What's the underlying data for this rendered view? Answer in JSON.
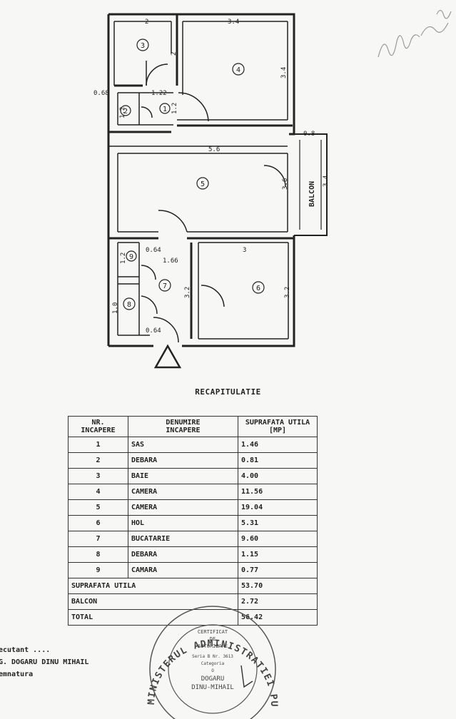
{
  "plan": {
    "rooms": [
      "1",
      "2",
      "3",
      "4",
      "5",
      "6",
      "7",
      "8",
      "9"
    ],
    "dims": {
      "r3_top": "2",
      "r3_side": "2",
      "r4_top": "3.4",
      "r4_side": "3.4",
      "r1_top": "1.22",
      "r1_side": "1.2",
      "r2_side": "1.2",
      "left_small": "0.68",
      "r5_width": "5.6",
      "r5_side": "3.6",
      "balcon_width": "0.8",
      "r9_top": "0.64",
      "r9_side": "1.2",
      "r7_width": "1.66",
      "r7_side": "3.2",
      "r6_top": "3",
      "r6_side": "3.2",
      "r8_side": "1.0",
      "r8_bottom": "0.64",
      "balcon_side": "3.4"
    },
    "balcon_label": "BALCON"
  },
  "recap": {
    "title": "RECAPITULATIE",
    "headers": [
      {
        "l1": "NR.",
        "l2": "INCAPERE"
      },
      {
        "l1": "DENUMIRE",
        "l2": "INCAPERE"
      },
      {
        "l1": "SUPRAFATA UTILA",
        "l2": "[MP]"
      }
    ],
    "rows": [
      {
        "nr": "1",
        "name": "SAS",
        "area": "1.46"
      },
      {
        "nr": "2",
        "name": "DEBARA",
        "area": "0.81"
      },
      {
        "nr": "3",
        "name": "BAIE",
        "area": "4.00"
      },
      {
        "nr": "4",
        "name": "CAMERA",
        "area": "11.56"
      },
      {
        "nr": "5",
        "name": "CAMERA",
        "area": "19.04"
      },
      {
        "nr": "6",
        "name": "HOL",
        "area": "5.31"
      },
      {
        "nr": "7",
        "name": "BUCATARIE",
        "area": "9.60"
      },
      {
        "nr": "8",
        "name": "DEBARA",
        "area": "1.15"
      },
      {
        "nr": "9",
        "name": "CAMARA",
        "area": "0.77"
      }
    ],
    "totals": [
      {
        "label": "SUPRAFATA UTILA",
        "value": "53.70"
      },
      {
        "label": "BALCON",
        "value": "2.72"
      },
      {
        "label": "TOTAL",
        "value": "56.42"
      }
    ]
  },
  "footer": {
    "line1": "ecutant ....",
    "line2": "G. DOGARU DINU MIHAIL",
    "line3": "emnatura"
  },
  "stamp": {
    "ring": "MINISTERUL ADMINISTRATIEI PUBLICE",
    "l1": "CERTIFICAT",
    "l2": "DE",
    "l3": "AUTORIZARE",
    "l4": "Seria B Nr. 3613",
    "l5": "Categoria",
    "l6": "O",
    "l7": "DOGARU",
    "l8": "DINU-MIHAIL"
  }
}
